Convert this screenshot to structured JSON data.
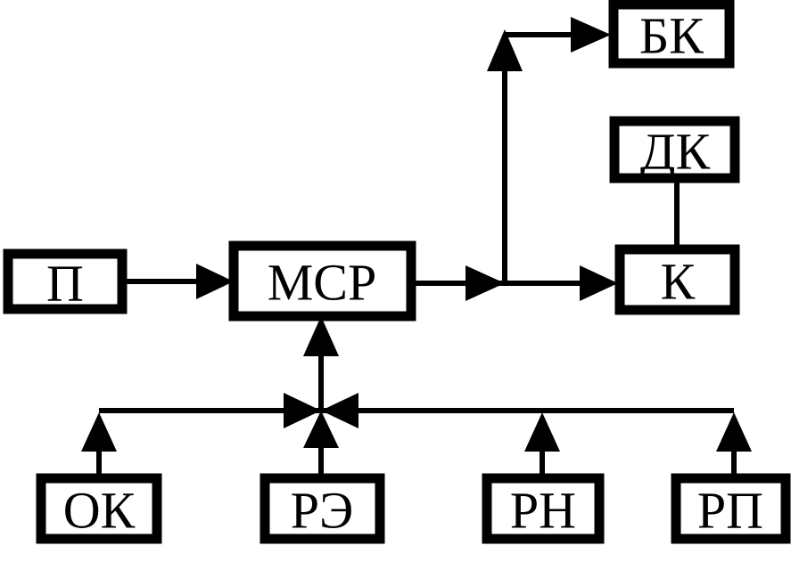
{
  "diagram": {
    "nodes": {
      "p": "П",
      "msr": "МСР",
      "bk": "БК",
      "dk": "ДК",
      "k": "К",
      "ok": "ОК",
      "re": "РЭ",
      "rn": "РН",
      "rp": "РП"
    }
  }
}
